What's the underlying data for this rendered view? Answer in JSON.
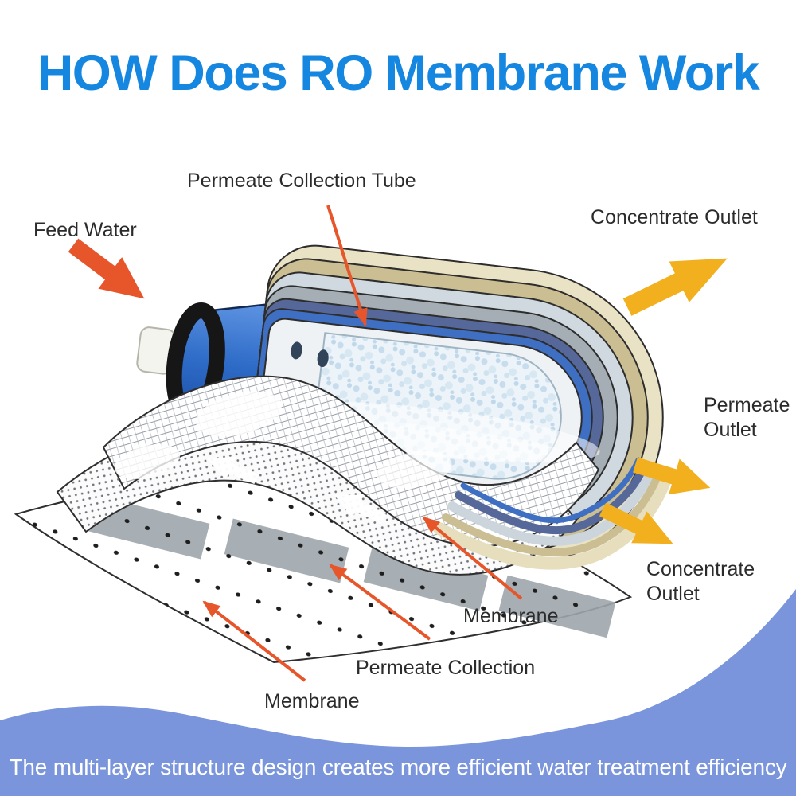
{
  "title": "HOW Does RO Membrane Work",
  "caption": "The multi-layer structure design creates more efficient water treatment efficiency",
  "labels": {
    "permeate_collection_tube": "Permeate Collection Tube",
    "feed_water": "Feed Water",
    "concentrate_outlet_top": "Concentrate Outlet",
    "permeate_outlet": {
      "line1": "Permeate",
      "line2": "Outlet"
    },
    "concentrate_outlet_right": {
      "line1": "Concentrate",
      "line2": "Outlet"
    },
    "membrane_right": "Membrane",
    "permeate_collection": "Permeate Collection",
    "membrane_bottom": "Membrane"
  },
  "icons": {
    "feed_water_arrow": "fat orange arrow pointing down-right at housing",
    "concentrate_outlet_arrow_top": "fat yellow arrow pointing up-right",
    "permeate_outlet_arrow": "fat yellow arrow pointing right",
    "concentrate_outlet_arrow_bottom": "fat yellow arrow pointing down-right",
    "leader_arrows": "thin orange leader lines with arrowheads"
  },
  "colors": {
    "title_blue": "#1587E0",
    "label_text": "#2B2B2B",
    "arrow_orange": "#E7552A",
    "arrow_yellow": "#F2B01E",
    "wave_blue": "#7A95DC",
    "caption_text": "#FFFFFF",
    "shell_cream": "#E9E2C4",
    "shell_khaki": "#CBBE92",
    "shell_light_blue": "#CFD9DF",
    "shell_gray": "#A4AEB4",
    "shell_slate_blue": "#56689A",
    "shell_blue": "#3E6FC2",
    "housing_blue": "#2E6CC8",
    "oring_black": "#161616",
    "tube_white": "#EEF2F5"
  }
}
